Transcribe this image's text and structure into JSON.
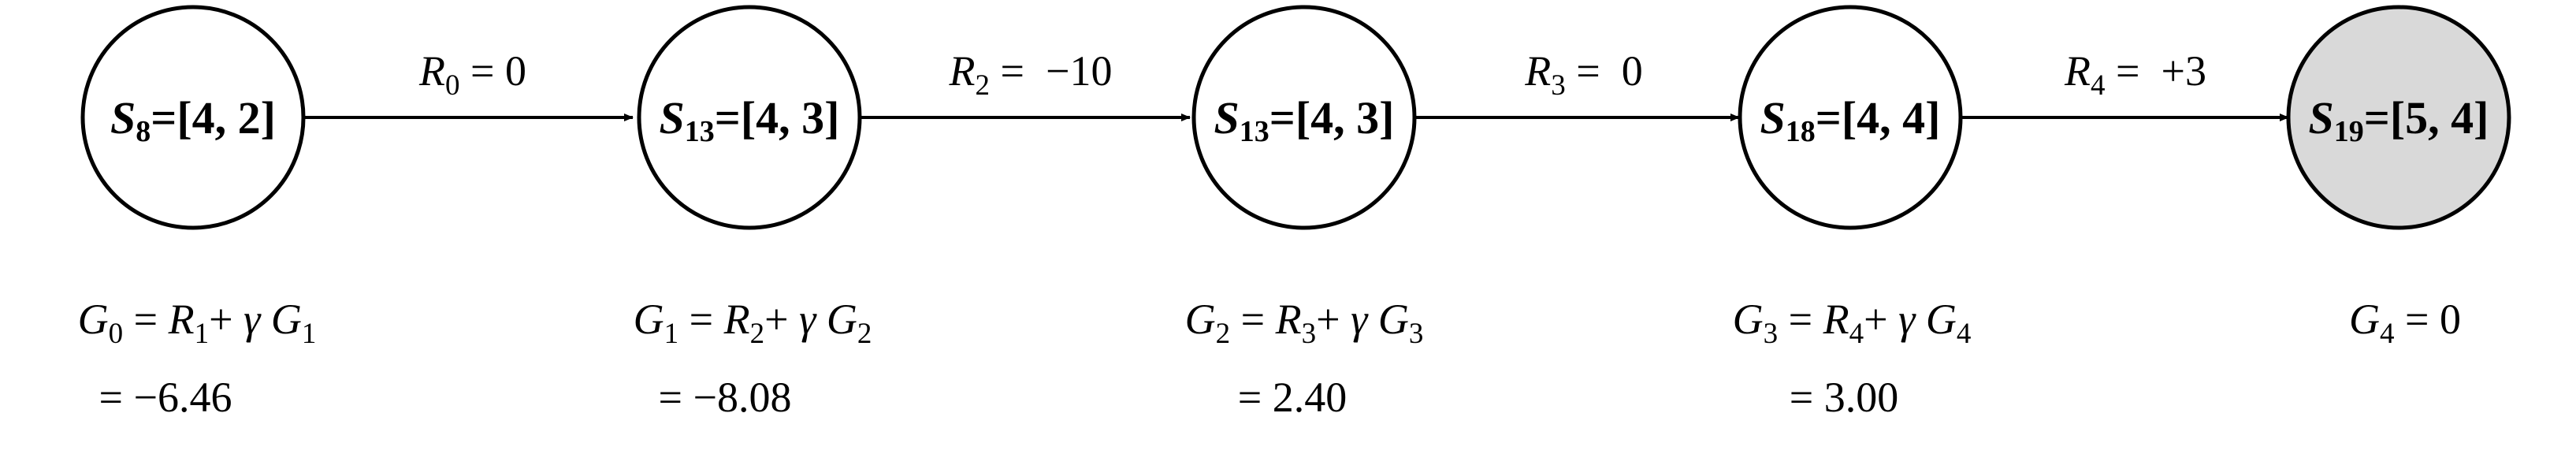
{
  "colors": {
    "stroke": "#000000",
    "node_fill": "#ffffff",
    "terminal_fill": "#d9d9d9"
  },
  "nodes": [
    {
      "var": "S",
      "sub": "8",
      "eq": "=[4, 2]",
      "terminal": false
    },
    {
      "var": "S",
      "sub": "13",
      "eq": "=[4, 3]",
      "terminal": false
    },
    {
      "var": "S",
      "sub": "13",
      "eq": "=[4, 3]",
      "terminal": false
    },
    {
      "var": "S",
      "sub": "18",
      "eq": "=[4, 4]",
      "terminal": false
    },
    {
      "var": "S",
      "sub": "19",
      "eq": "=[5, 4]",
      "terminal": true
    }
  ],
  "edges": [
    {
      "var": "R",
      "sub": "0",
      "rest": " = 0"
    },
    {
      "var": "R",
      "sub": "2",
      "rest": " =  −10"
    },
    {
      "var": "R",
      "sub": "3",
      "rest": " =  0"
    },
    {
      "var": "R",
      "sub": "4",
      "rest": " =  +3"
    }
  ],
  "returns": [
    {
      "g": "G",
      "g_sub": "0",
      "r": "R",
      "r_sub": "1",
      "gamma": "γ",
      "g2": "G",
      "g2_sub": "1",
      "value": "= −6.46"
    },
    {
      "g": "G",
      "g_sub": "1",
      "r": "R",
      "r_sub": "2",
      "gamma": "γ",
      "g2": "G",
      "g2_sub": "2",
      "value": "= −8.08"
    },
    {
      "g": "G",
      "g_sub": "2",
      "r": "R",
      "r_sub": "3",
      "gamma": "γ",
      "g2": "G",
      "g2_sub": "3",
      "value": "= 2.40"
    },
    {
      "g": "G",
      "g_sub": "3",
      "r": "R",
      "r_sub": "4",
      "gamma": "γ",
      "g2": "G",
      "g2_sub": "4",
      "value": "= 3.00"
    }
  ],
  "terminal_return": {
    "g": "G",
    "g_sub": "4",
    "rest": " = 0"
  }
}
